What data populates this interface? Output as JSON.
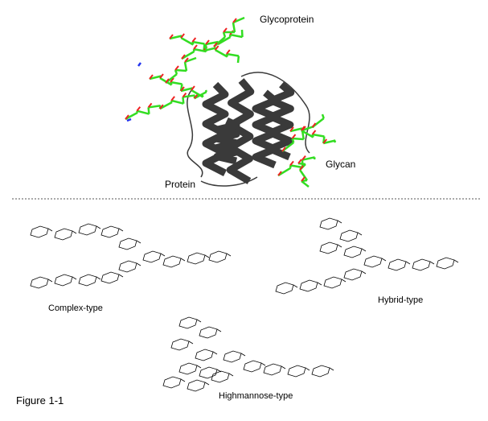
{
  "figure": {
    "caption": "Figure 1-1",
    "labels": {
      "glycoprotein": "Glycoprotein",
      "protein": "Protein",
      "glycan": "Glycan"
    },
    "structures": {
      "complex": "Complex-type",
      "hybrid": "Hybrid-type",
      "highmannose": "Highmannose-type"
    },
    "colors": {
      "protein": "#3a3a3a",
      "glycan_carbon": "#33dd22",
      "oxygen": "#ee2222",
      "nitrogen": "#2233ee",
      "divider": "#555555"
    }
  }
}
